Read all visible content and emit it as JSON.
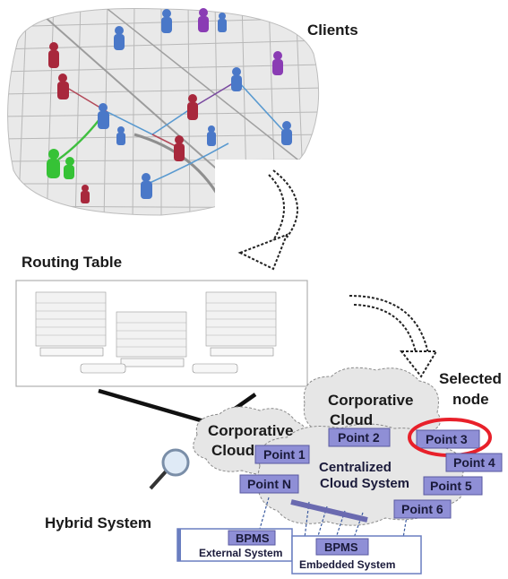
{
  "labels": {
    "clients": "Clients",
    "routing_table": "Routing Table",
    "selected_node_line1": "Selected",
    "selected_node_line2": "node",
    "hybrid_system": "Hybrid System"
  },
  "clouds": {
    "corporative_left_line1": "Corporative",
    "corporative_left_line2": "Cloud",
    "corporative_right_line1": "Corporative",
    "corporative_right_line2": "Cloud",
    "centralized_line1": "Centralized",
    "centralized_line2": "Cloud System"
  },
  "points": {
    "p1": "Point 1",
    "p2": "Point 2",
    "p3": "Point 3",
    "p4": "Point 4",
    "p5": "Point 5",
    "p6": "Point 6",
    "pn": "Point N"
  },
  "bpms": {
    "external_title": "BPMS",
    "external_subtitle": "External System",
    "embedded_title": "BPMS",
    "embedded_subtitle": "Embedded System"
  },
  "colors": {
    "point_fill": "#8f8fd6",
    "selected_ring": "#e8202a",
    "map_bg": "#ececec",
    "cloud_fill": "#e6e6e6"
  }
}
